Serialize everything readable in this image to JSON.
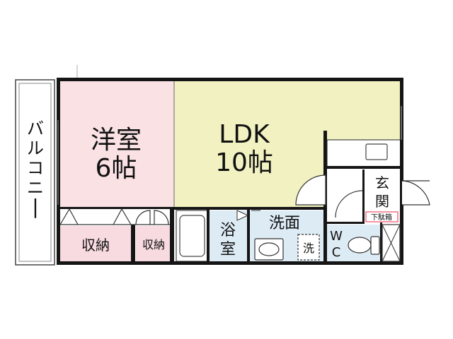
{
  "rooms": {
    "balcony": "バルコニー",
    "western_room": "洋室",
    "western_room_size": "6帖",
    "ldk": "LDK",
    "ldk_size": "10帖",
    "closet_large": "収納",
    "closet_small": "収納",
    "bathroom_line1": "浴",
    "bathroom_line2": "室",
    "washroom": "洗面",
    "washer_space": "洗",
    "toilet_line1": "W",
    "toilet_line2": "C",
    "entrance_line1": "玄",
    "entrance_line2": "関",
    "shoe_box": "下駄箱"
  },
  "colors": {
    "western_room": "#f9e1e4",
    "ldk": "#f2f1c1",
    "closet": "#f8dbe0",
    "wet_area": "#ddebf5",
    "white": "#ffffff",
    "wall": "#151515",
    "thin_line": "#444444",
    "shoe_box_tag": "#ef4d6a",
    "balcony": "#ffffff"
  }
}
